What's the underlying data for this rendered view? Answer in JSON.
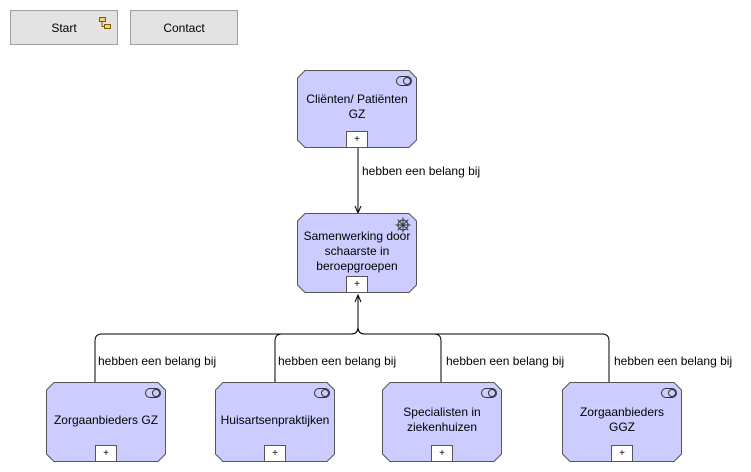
{
  "nav": {
    "start_label": "Start",
    "contact_label": "Contact"
  },
  "nodes": {
    "clients": "Cliënten/ Patiënten GZ",
    "samenwerking": "Samenwerking door schaarste in beroepgroepen",
    "zorgaanbieders_gz": "Zorgaanbieders GZ",
    "huisartsen": "Huisartsenpraktijken",
    "specialisten": "Specialisten in ziekenhuizen",
    "zorgaanbieders_ggz": "Zorgaanbieders GGZ",
    "expand_symbol": "+"
  },
  "edges": {
    "clients_to_samenwerking": "hebben een belang bij",
    "gz_to_samenwerking": "hebben een belang bij",
    "huisartsen_to_samenwerking": "hebben een belang bij",
    "specialisten_to_samenwerking": "hebben een belang bij",
    "ggz_to_samenwerking": "hebben een belang bij"
  },
  "colors": {
    "node_fill": "#ccccff",
    "node_stroke": "#555555",
    "edge_stroke": "#000000"
  }
}
